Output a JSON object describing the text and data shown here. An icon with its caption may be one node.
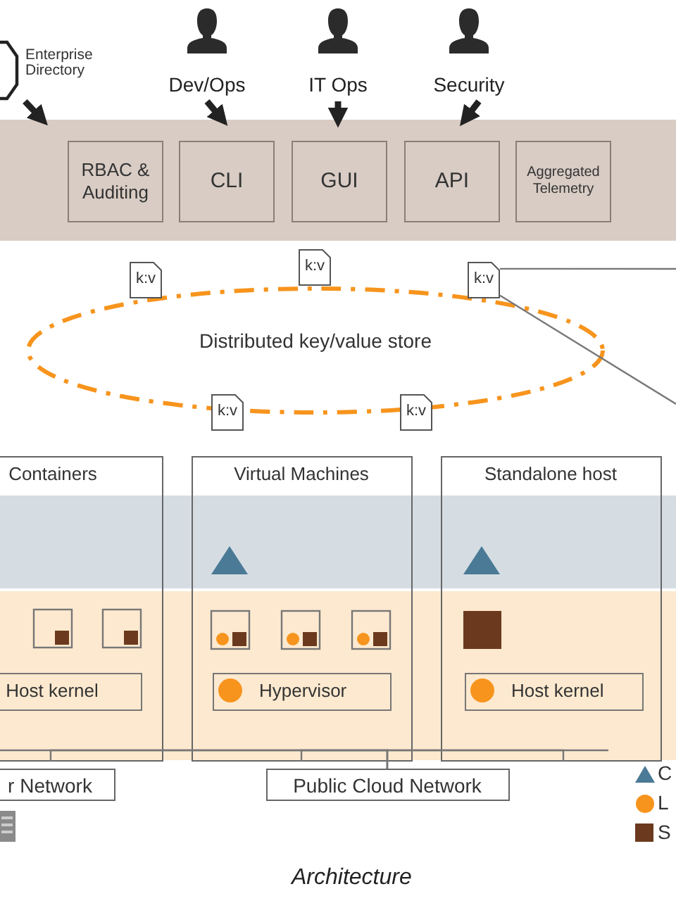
{
  "diagram": {
    "caption": "Architecture",
    "nodes": [
      {
        "text": [
          "Enterprise Directory"
        ]
      },
      {
        "text": [
          "Dev/Ops"
        ]
      },
      {
        "text": [
          "IT Ops"
        ]
      },
      {
        "text": [
          "Security"
        ]
      },
      {
        "text": [],
        "shape": "box"
      },
      {
        "text": [
          "RBAC & Auditing"
        ],
        "in": 4
      },
      {
        "text": [
          "CLI"
        ],
        "in": 4
      },
      {
        "text": [
          "GUI"
        ],
        "in": 4
      },
      {
        "text": [
          "API"
        ],
        "in": 4
      },
      {
        "text": [
          "Aggregated Telemetry"
        ],
        "in": 4
      },
      {
        "text": [
          "Distributed key/value store"
        ]
      },
      {
        "text": [
          "k:v"
        ]
      },
      {
        "text": [
          "k:v"
        ]
      },
      {
        "text": [
          "k:v"
        ]
      },
      {
        "text": [
          "k:v"
        ]
      },
      {
        "text": [
          "k:v"
        ]
      },
      {
        "text": [
          "Containers"
        ]
      },
      {
        "text": [
          "Virtual Machines"
        ]
      },
      {
        "text": [
          "Standalone host"
        ]
      },
      {
        "text": [
          "Host kernel"
        ],
        "in": 16
      },
      {
        "text": [
          "Hypervisor"
        ],
        "in": 17
      },
      {
        "text": [
          "Host kernel"
        ],
        "in": 18
      },
      {
        "text": [
          "r Network"
        ]
      },
      {
        "text": [
          "Public Cloud Network"
        ]
      }
    ],
    "edges": [
      {
        "from": 0,
        "to": 4,
        "arrow": "to",
        "style": "thick",
        "color": "#222222"
      },
      {
        "from": 1,
        "to": 4,
        "arrow": "to",
        "style": "thick",
        "color": "#222222"
      },
      {
        "from": 2,
        "to": 4,
        "arrow": "to",
        "style": "thick",
        "color": "#222222"
      },
      {
        "from": 3,
        "to": 4,
        "arrow": "to",
        "style": "thick",
        "color": "#222222"
      },
      {
        "from": 13,
        "to": null,
        "arrow": "none"
      },
      {
        "from": 13,
        "to": null,
        "arrow": "none"
      },
      {
        "from": 16,
        "to": 23,
        "arrow": "none"
      },
      {
        "from": 17,
        "to": 23,
        "arrow": "none"
      },
      {
        "from": 18,
        "to": 23,
        "arrow": "none"
      }
    ],
    "legend": [
      {
        "text": "C"
      },
      {
        "text": "L"
      },
      {
        "text": "S"
      }
    ]
  }
}
